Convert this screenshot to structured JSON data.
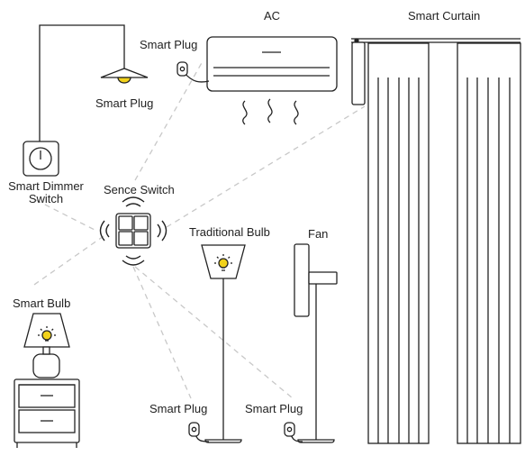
{
  "labels": {
    "ac": "AC",
    "smart_curtain": "Smart Curtain",
    "smart_plug_ac": "Smart Plug",
    "smart_plug_ceiling": "Smart Plug",
    "smart_dimmer_line1": "Smart Dimmer",
    "smart_dimmer_line2": "Switch",
    "scene_switch": "Sence Switch",
    "traditional_bulb": "Traditional Bulb",
    "fan": "Fan",
    "smart_bulb": "Smart Bulb",
    "smart_plug_floor_lamp": "Smart Plug",
    "smart_plug_fan": "Smart Plug"
  },
  "colors": {
    "line": "#222222",
    "dashed": "#c8c8c8",
    "bulb_glow": "#f2d21b",
    "background": "#ffffff"
  }
}
